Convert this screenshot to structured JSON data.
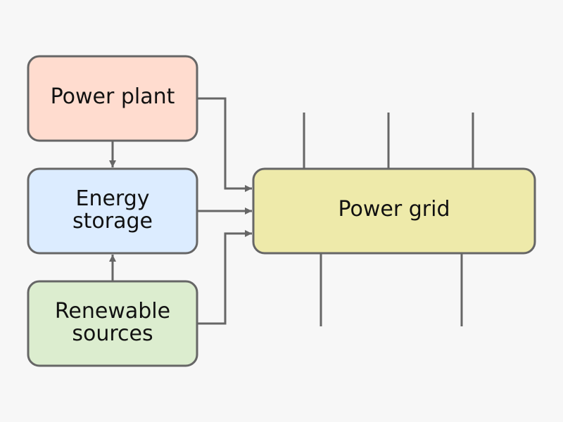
{
  "diagram": {
    "nodes": {
      "power_plant": {
        "lines": [
          "Power plant"
        ],
        "fill": "#ffdccf"
      },
      "energy_storage": {
        "lines": [
          "Energy",
          "storage"
        ],
        "fill": "#dcecff"
      },
      "renewable_sources": {
        "lines": [
          "Renewable",
          "sources"
        ],
        "fill": "#dcedcf"
      },
      "power_grid": {
        "lines": [
          "Power grid"
        ],
        "fill": "#eeeaaa"
      }
    },
    "colors": {
      "stroke": "#666666",
      "background": "#f7f7f7",
      "text": "#111111"
    }
  }
}
